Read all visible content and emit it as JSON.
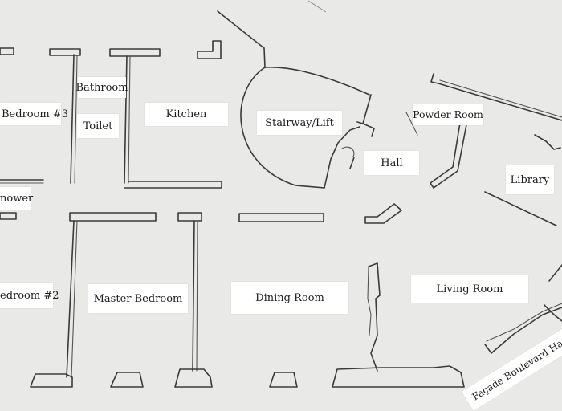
{
  "rooms": {
    "bedroom3": "Bedroom #3",
    "bathroom": "Bathroom",
    "toilet": "Toilet",
    "kitchen": "Kitchen",
    "stairway": "Stairway/Lift",
    "powder_room": "Powder Room",
    "hall": "Hall",
    "library": "Library",
    "shower": "nower",
    "bedroom2": "edroom #2",
    "master_bedroom": "Master Bedroom",
    "dining_room": "Dining Room",
    "living_room": "Living Room",
    "facade": "Façade Boulevard Ha"
  },
  "colors": {
    "paper": "#e9e9e7",
    "ink": "#3a3a3a",
    "label_bg": "#ffffff"
  }
}
